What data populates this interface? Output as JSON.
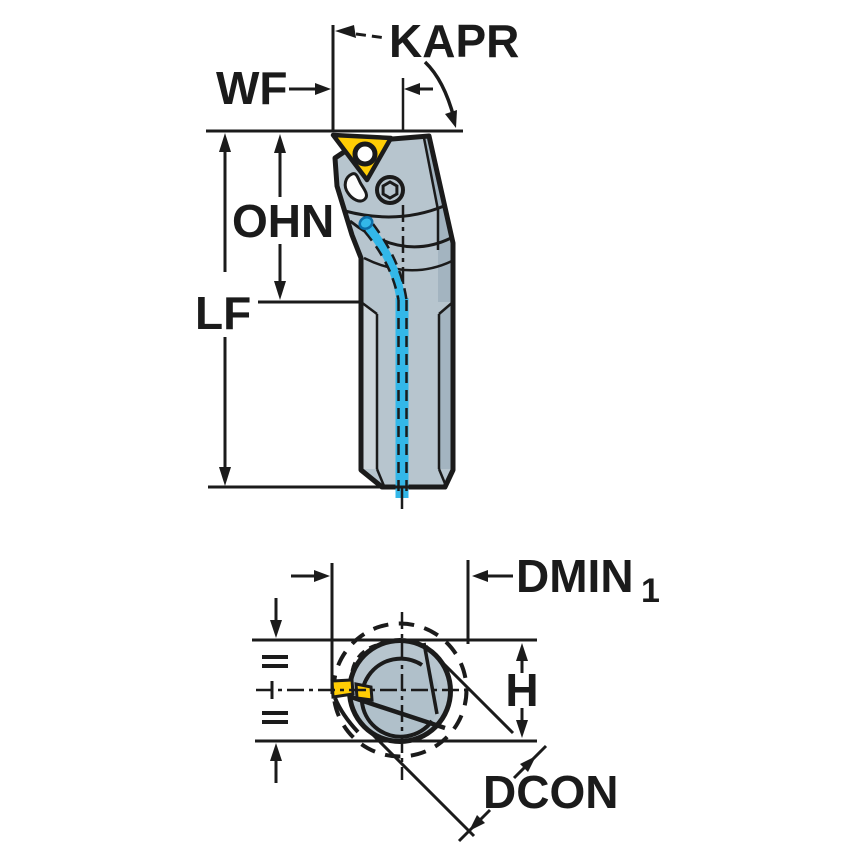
{
  "drawing": {
    "type": "technical-dimension-drawing",
    "subject": "boring-bar tool holder with triangular insert, side view and end view",
    "front_view": {
      "labels": {
        "kapr": "KAPR",
        "wf": "WF",
        "ohn": "OHN",
        "lf": "LF"
      }
    },
    "end_view": {
      "labels": {
        "dmin": "DMIN",
        "dmin_sub": "1",
        "h": "H",
        "dcon": "DCON"
      }
    }
  },
  "colors": {
    "line": "#1b1b1b",
    "body": "#b7c5ce",
    "body_light": "#ccd5db",
    "body_dark": "#a3b4c0",
    "body_inner": "#b0c0ca",
    "insert_yellow": "#ffcd05",
    "coolant_cyan": "#33b7e8",
    "coolant_dark": "#0c6ea8",
    "background": "#ffffff"
  }
}
